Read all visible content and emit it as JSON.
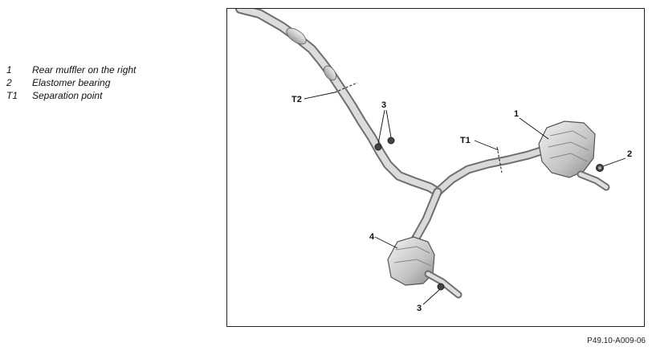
{
  "legend": {
    "items": [
      {
        "key": "1",
        "text": "Rear muffler on the right"
      },
      {
        "key": "2",
        "text": "Elastomer bearing"
      },
      {
        "key": "T1",
        "text": "Separation point"
      }
    ]
  },
  "diagram": {
    "callouts": {
      "c1": "1",
      "c2": "2",
      "c3_top": "3",
      "c3_bottom": "3",
      "c4": "4",
      "t1": "T1",
      "t2": "T2"
    }
  },
  "figure_ref": "P49.10-A009-06"
}
